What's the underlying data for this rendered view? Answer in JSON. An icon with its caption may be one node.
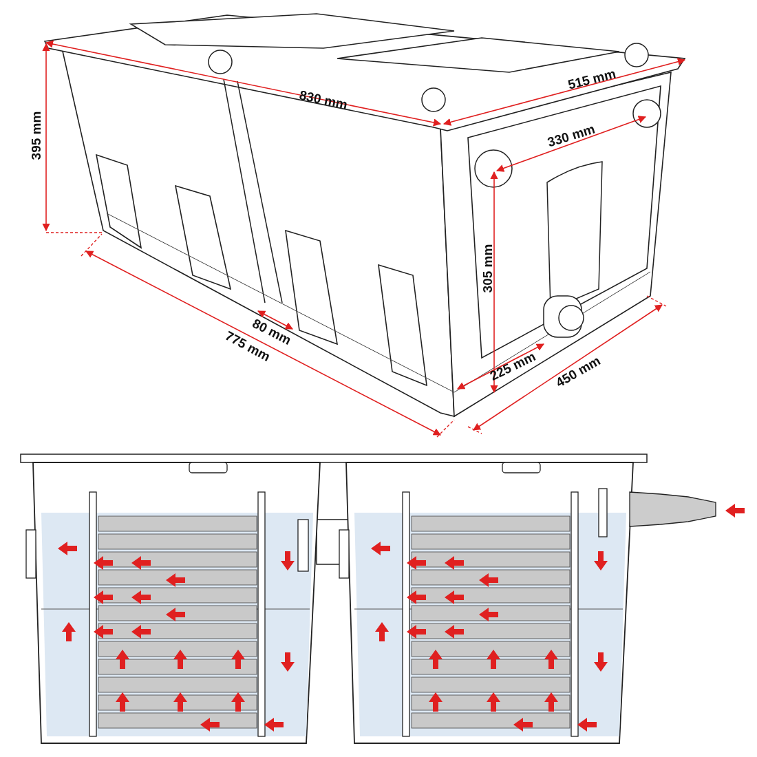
{
  "diagram": {
    "labels": [
      "830 mm",
      "515 mm",
      "395 mm",
      "330 mm",
      "305 mm",
      "80 mm",
      "775 mm",
      "225 mm",
      "450 mm"
    ]
  }
}
